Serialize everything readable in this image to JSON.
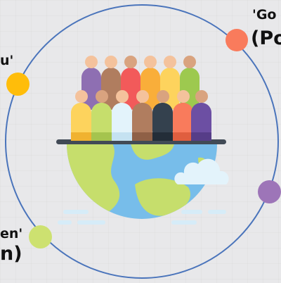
{
  "labels": {
    "top_right_line1": "'Go",
    "top_right_line2": "(Po",
    "left_top": "u'",
    "left_bottom_line1": "en'",
    "left_bottom_line2": "n)"
  },
  "colors": {
    "background": "#e8e8ea",
    "ring": "#4a74bb",
    "dot_top_right": "#f97b5c",
    "dot_left": "#ffbd0a",
    "dot_right": "#9d75b8",
    "dot_bottom_left": "#cde170",
    "ocean": "#77bdea",
    "land": "#c6de6c",
    "cloud": "#e3f3fb",
    "platform": "#414a56"
  },
  "icons": {
    "illustration": "people-on-globe-icon",
    "cloud": "cloud-icon"
  }
}
